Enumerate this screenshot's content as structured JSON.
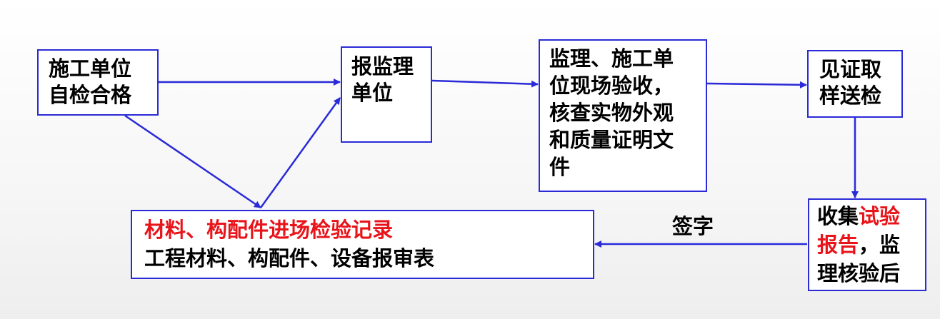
{
  "boxes": {
    "self_check": {
      "lines": [
        "施工单位",
        "自检合格"
      ]
    },
    "report": {
      "lines": [
        "报监理",
        "单位"
      ]
    },
    "acceptance": {
      "lines": [
        "监理、施工单",
        "位现场验收，",
        "核查实物外观",
        "和质量证明文",
        "件"
      ]
    },
    "sampling": {
      "lines": [
        "见证取",
        "样送检"
      ]
    },
    "test_report": {
      "line1_prefix": "收集",
      "line1_highlight": "试验",
      "line2_highlight": "报告",
      "line2_suffix": "，监",
      "line3": "理核验后"
    },
    "records": {
      "line1": "材料、构配件进场检验记录",
      "line2": "工程材料、构配件、设备报审表"
    }
  },
  "edge_labels": {
    "sign": "签字"
  },
  "colors": {
    "arrow": "#2a2ad8",
    "border": "#2a2ad8",
    "highlight": "#e8141a",
    "text": "#000000"
  }
}
